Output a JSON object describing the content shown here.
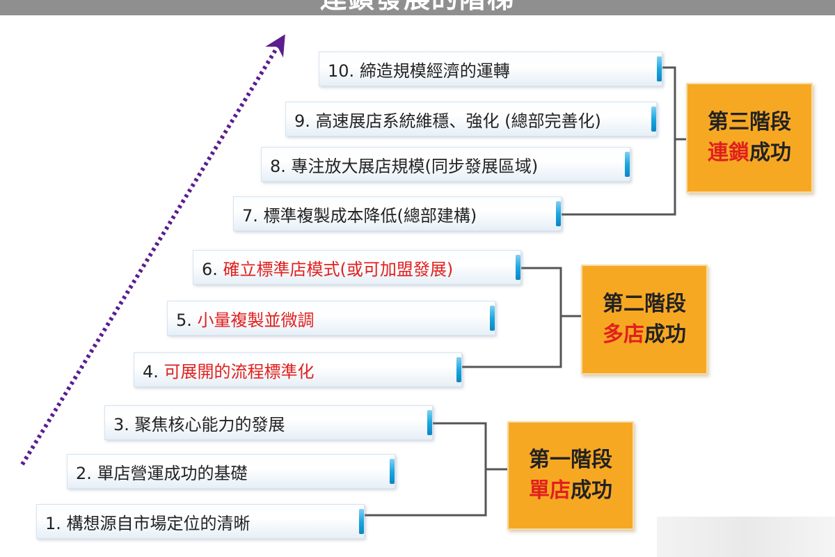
{
  "title": "連鎖發展的階梯",
  "steps": [
    {
      "num": "1.",
      "text": "構想源自市場定位的清晰",
      "red": false
    },
    {
      "num": "2.",
      "text": "單店營運成功的基礎",
      "red": false
    },
    {
      "num": "3.",
      "text": "聚焦核心能力的發展",
      "red": false
    },
    {
      "num": "4.",
      "text": "可展開的流程標準化",
      "red": true
    },
    {
      "num": "5.",
      "text": "小量複製並微調",
      "red": true
    },
    {
      "num": "6.",
      "text": "確立標準店模式(或可加盟發展)",
      "red": true
    },
    {
      "num": "7.",
      "text": "標準複製成本降低(總部建構)",
      "red": false
    },
    {
      "num": "8.",
      "text": "專注放大展店規模(同步發展區域)",
      "red": false
    },
    {
      "num": "9.",
      "text": "高速展店系統維穩、強化 (總部完善化)",
      "red": false
    },
    {
      "num": "10.",
      "text": "締造規模經濟的運轉",
      "red": false
    }
  ],
  "stages": [
    {
      "title": "第一階段",
      "sub_red": "單店",
      "sub_black": "成功"
    },
    {
      "title": "第二階段",
      "sub_red": "多店",
      "sub_black": "成功"
    },
    {
      "title": "第三階段",
      "sub_red": "連鎖",
      "sub_black": "成功"
    }
  ],
  "colors": {
    "stage_fill": "#f7a823",
    "highlight_text": "#e0201e",
    "arrow": "#5b1d8f",
    "connector": "#555555",
    "step_accent": "#1ba7df",
    "title_bar": "#8f8f8f"
  }
}
